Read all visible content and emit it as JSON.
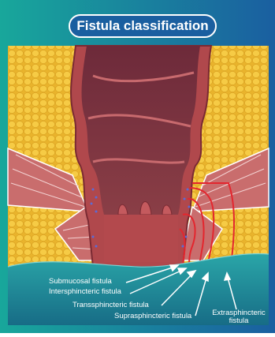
{
  "title": "Fistula classification",
  "labels": {
    "submucosal": "Submucosal fistula",
    "intersphincteric": "Intersphincteric fistula",
    "transsphincteric": "Transsphincteric fistula",
    "suprasphincteric": "Suprasphincteric fistula",
    "extrasphincteric_1": "Extrasphincteric",
    "extrasphincteric_2": "fistula"
  },
  "colors": {
    "background_left": "#18a79b",
    "background_right": "#1a5fa0",
    "fat": "#f2c23a",
    "tissue": "#a9494b",
    "muscle": "#d97a7a",
    "fistula_tract": "#e3262e",
    "skin": "#1c8f97"
  }
}
